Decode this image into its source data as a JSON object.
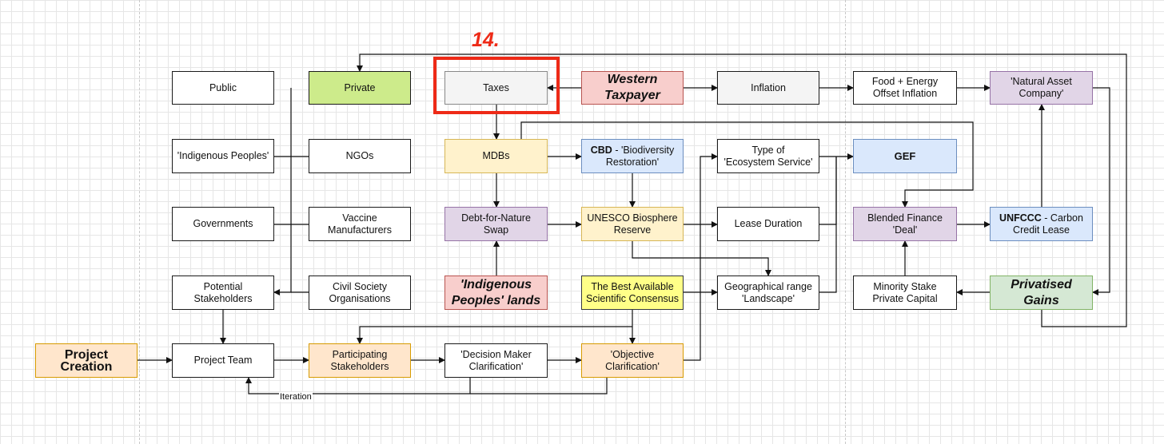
{
  "annotation": {
    "step": "14."
  },
  "edge_labels": {
    "iteration": "Iteration"
  },
  "nodes": {
    "public": "Public",
    "private": "Private",
    "taxes": "Taxes",
    "western_taxpayer": "Western\nTaxpayer",
    "inflation": "Inflation",
    "food_energy": "Food + Energy\nOffset Inflation",
    "natural_asset_company": "'Natural Asset\nCompany'",
    "indigenous_peoples": "'Indigenous Peoples'",
    "ngos": "NGOs",
    "mdbs": "MDBs",
    "cbd_bold": "CBD",
    "cbd_rest": " - 'Biodiversity\nRestoration'",
    "ecosystem_service": "Type of\n'Ecosystem Service'",
    "gef": "GEF",
    "governments": "Governments",
    "vaccine_manufacturers": "Vaccine\nManufacturers",
    "debt_for_nature": "Debt-for-Nature Swap",
    "unesco": "UNESCO Biosphere\nReserve",
    "lease_duration": "Lease Duration",
    "blended_finance": "Blended Finance\n'Deal'",
    "unfccc_bold": "UNFCCC",
    "unfccc_rest": " - Carbon\nCredit Lease",
    "potential_stakeholders": "Potential\nStakeholders",
    "civil_society": "Civil Society\nOrganisations",
    "indigenous_lands": "'Indigenous\nPeoples' lands",
    "best_science": "The Best Available\nScientific Consensus",
    "geo_range": "Geographical range\n'Landscape'",
    "minority_stake": "Minority Stake\nPrivate Capital",
    "privatised_gains": "Privatised\nGains",
    "project_creation": "Project Creation",
    "project_team": "Project Team",
    "participating_stakeholders": "Participating\nStakeholders",
    "decision_maker": "'Decision Maker\nClarification'",
    "objective_clarification": "'Objective\nClarification'"
  }
}
